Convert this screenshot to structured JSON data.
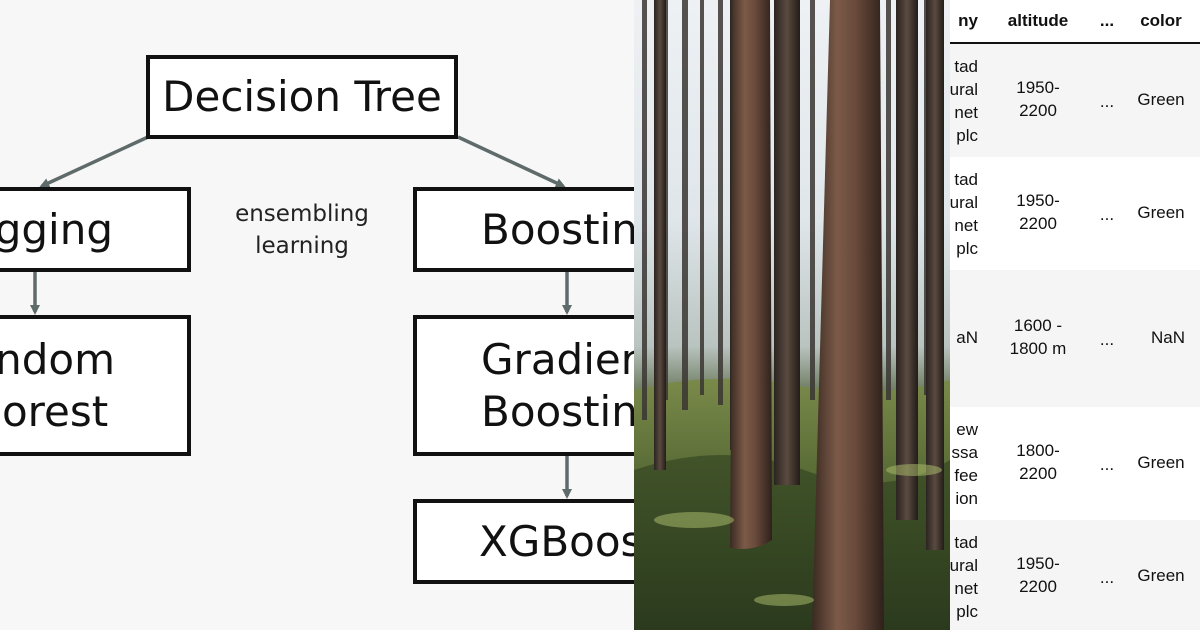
{
  "diagram": {
    "root": "Decision Tree",
    "left_branch": "agging",
    "left_leaf_line1": "ndom",
    "left_leaf_line2": "orest",
    "middle_label_line1": "ensembling",
    "middle_label_line2": "learning",
    "right_branch": "Boostin",
    "right_mid_line1": "Gradier",
    "right_mid_line2": "Boostin",
    "right_leaf": "XGBoos"
  },
  "table": {
    "headers": {
      "company": "ny",
      "altitude": "altitude",
      "ellipsis": "...",
      "color": "color"
    },
    "rows": [
      {
        "company": [
          "tad",
          "ural",
          "net",
          "plc"
        ],
        "altitude": [
          "1950-",
          "2200"
        ],
        "ellipsis": "...",
        "color": "Green"
      },
      {
        "company": [
          "tad",
          "ural",
          "net",
          "plc"
        ],
        "altitude": [
          "1950-",
          "2200"
        ],
        "ellipsis": "...",
        "color": "Green"
      },
      {
        "company": [
          "aN"
        ],
        "altitude": [
          "1600 -",
          "1800 m"
        ],
        "ellipsis": "...",
        "color": "NaN"
      },
      {
        "company": [
          "ew",
          "ssa",
          "fee",
          "ion"
        ],
        "altitude": [
          "1800-",
          "2200"
        ],
        "ellipsis": "...",
        "color": "Green"
      },
      {
        "company": [
          "tad",
          "ural",
          "net",
          "plc"
        ],
        "altitude": [
          "1950-",
          "2200"
        ],
        "ellipsis": "...",
        "color": "Green"
      }
    ]
  },
  "colors": {
    "connector": "#5f6b6b",
    "node_border": "#111111",
    "diagram_bg": "#f7f7f7",
    "table_shade": "#f5f5f5"
  }
}
